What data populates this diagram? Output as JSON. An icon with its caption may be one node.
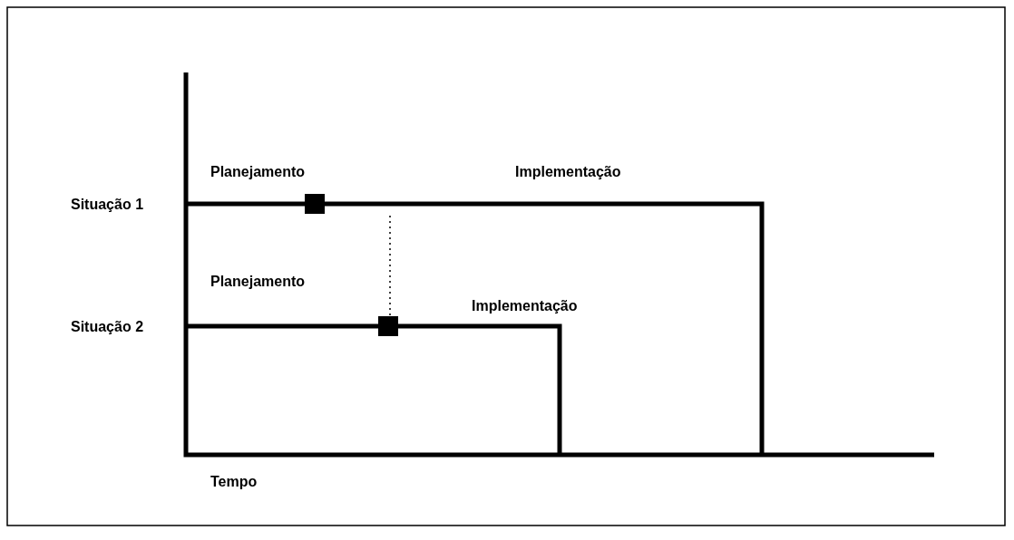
{
  "diagram": {
    "labels": [
      "Planejamento",
      "Implementação",
      "Situação 1",
      "Planejamento",
      "Implementação",
      "Situação 2",
      "Tempo"
    ]
  }
}
